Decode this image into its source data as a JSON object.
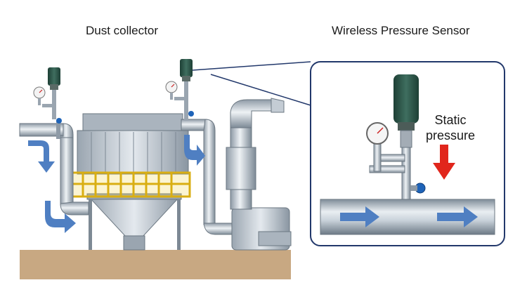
{
  "titles": {
    "dust_collector": "Dust collector",
    "wireless_sensor": "Wireless Pressure Sensor"
  },
  "callout": {
    "static_label_line1": "Static",
    "static_label_line2": "pressure"
  },
  "colors": {
    "ground": "#c8a882",
    "pipe": "#c4ccd4",
    "pipe_dark": "#8a96a2",
    "flow_arrow": "#4f7fc2",
    "pressure_arrow": "#e1261c",
    "railing": "#e8c21c",
    "sensor": "#2f5a4c",
    "callout_border": "#22386b",
    "valve": "#1e63b8"
  },
  "icons": [
    "pressure-gauge-icon",
    "wireless-sensor-icon",
    "flow-arrow-icon",
    "valve-icon"
  ]
}
